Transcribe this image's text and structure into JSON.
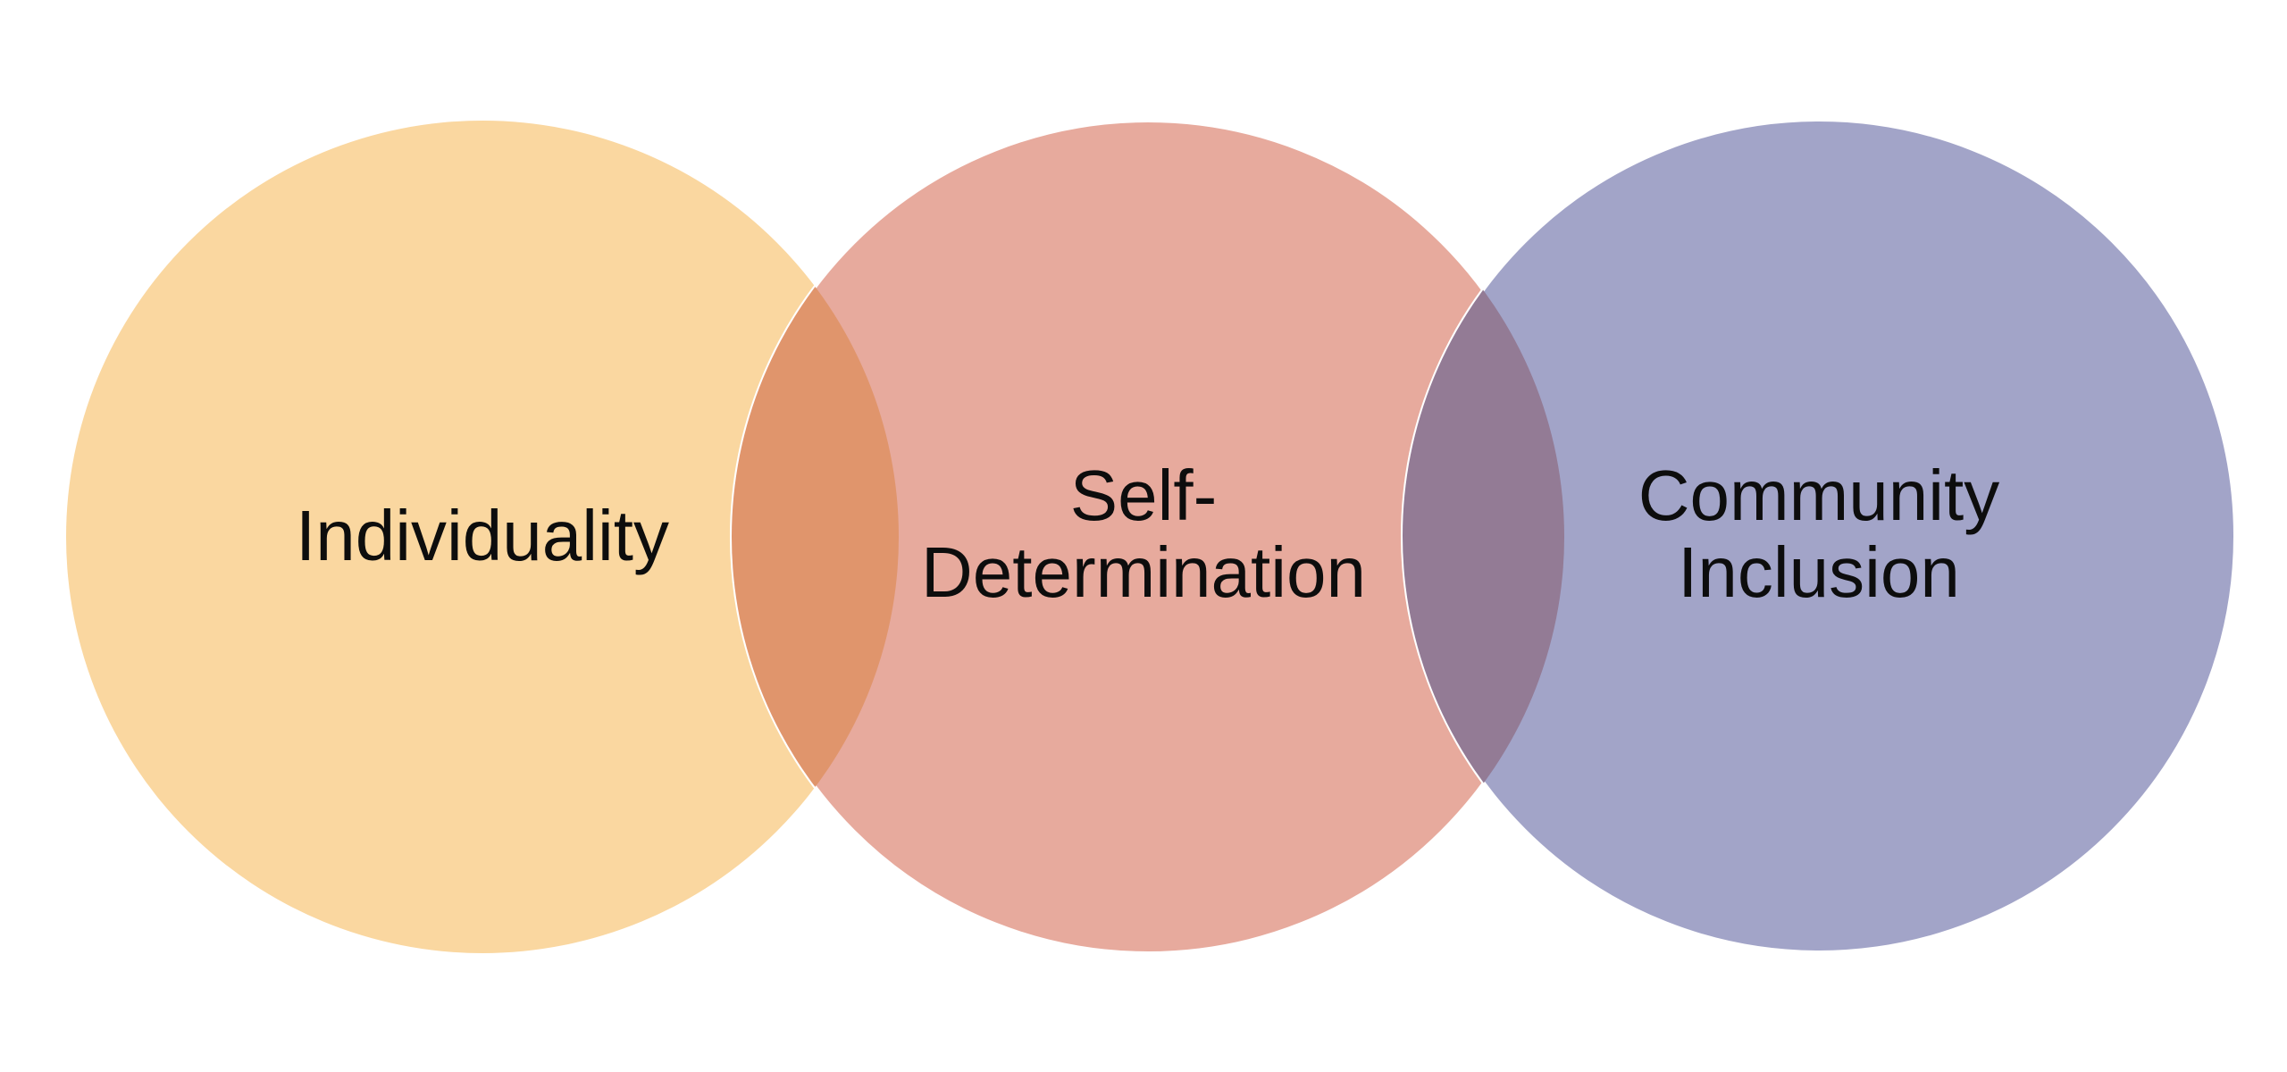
{
  "page": {
    "background_color": "#ffffff"
  },
  "diagram": {
    "type": "venn-3-overlapping-circles",
    "text_color": "#0d0d0d",
    "outline_color": "#ffffff",
    "circles": [
      {
        "id": "individuality",
        "label": "Individuality",
        "fill": "#FAD7A0"
      },
      {
        "id": "self-determination",
        "label": "Self-\nDetermination",
        "fill": "#E7AA9D"
      },
      {
        "id": "community-inclusion",
        "label": "Community\nInclusion",
        "fill": "#A2A4C8"
      }
    ],
    "overlaps": [
      {
        "id": "individuality-x-self-determination",
        "between": [
          "Individuality",
          "Self-Determination"
        ],
        "fill": "#E0956C"
      },
      {
        "id": "self-determination-x-community-inclusion",
        "between": [
          "Self-Determination",
          "Community Inclusion"
        ],
        "fill": "#937B95"
      }
    ]
  }
}
